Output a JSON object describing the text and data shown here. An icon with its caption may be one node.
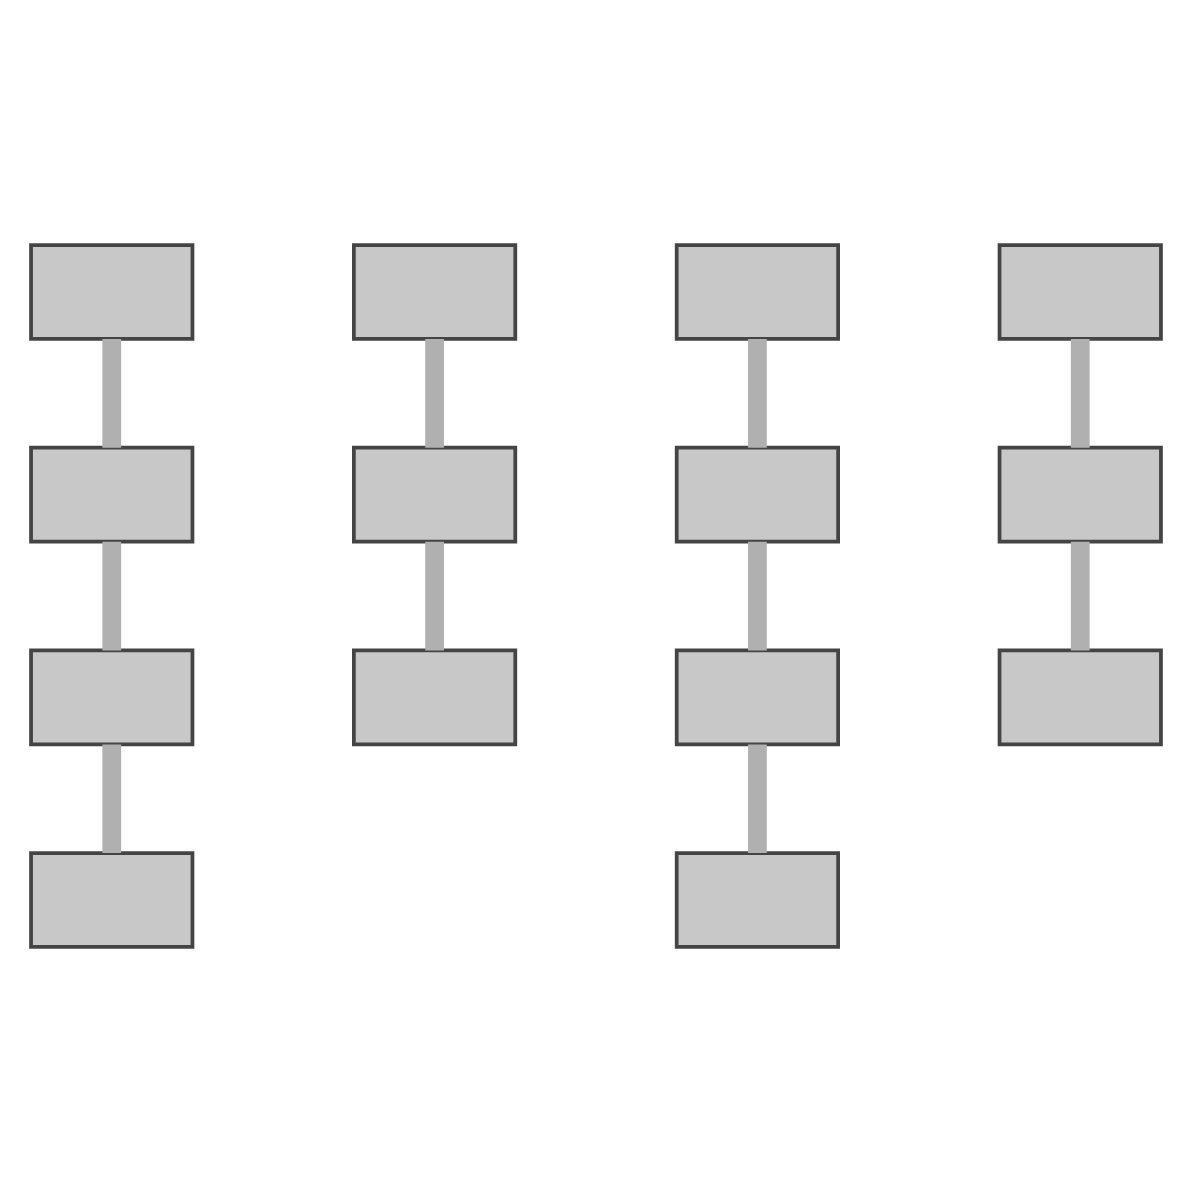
{
  "diagram": {
    "nodes": [
      {
        "text": [],
        "shape": "box"
      },
      {
        "text": [],
        "shape": "box"
      },
      {
        "text": [],
        "shape": "box"
      },
      {
        "text": [],
        "shape": "box"
      },
      {
        "text": [],
        "shape": "box"
      },
      {
        "text": [],
        "shape": "box"
      },
      {
        "text": [],
        "shape": "box"
      },
      {
        "text": [],
        "shape": "box"
      },
      {
        "text": [],
        "shape": "box"
      },
      {
        "text": [],
        "shape": "box"
      },
      {
        "text": [],
        "shape": "box"
      },
      {
        "text": [],
        "shape": "box"
      },
      {
        "text": [],
        "shape": "box"
      },
      {
        "text": [],
        "shape": "box"
      }
    ],
    "edges": [
      {
        "from": 0,
        "to": 1,
        "arrow": "none"
      },
      {
        "from": 1,
        "to": 2,
        "arrow": "none"
      },
      {
        "from": 2,
        "to": 3,
        "arrow": "none"
      },
      {
        "from": 4,
        "to": 5,
        "arrow": "none"
      },
      {
        "from": 5,
        "to": 6,
        "arrow": "none"
      },
      {
        "from": 7,
        "to": 8,
        "arrow": "none"
      },
      {
        "from": 8,
        "to": 9,
        "arrow": "none"
      },
      {
        "from": 9,
        "to": 10,
        "arrow": "none"
      },
      {
        "from": 11,
        "to": 12,
        "arrow": "none"
      },
      {
        "from": 12,
        "to": 13,
        "arrow": "none"
      }
    ]
  }
}
